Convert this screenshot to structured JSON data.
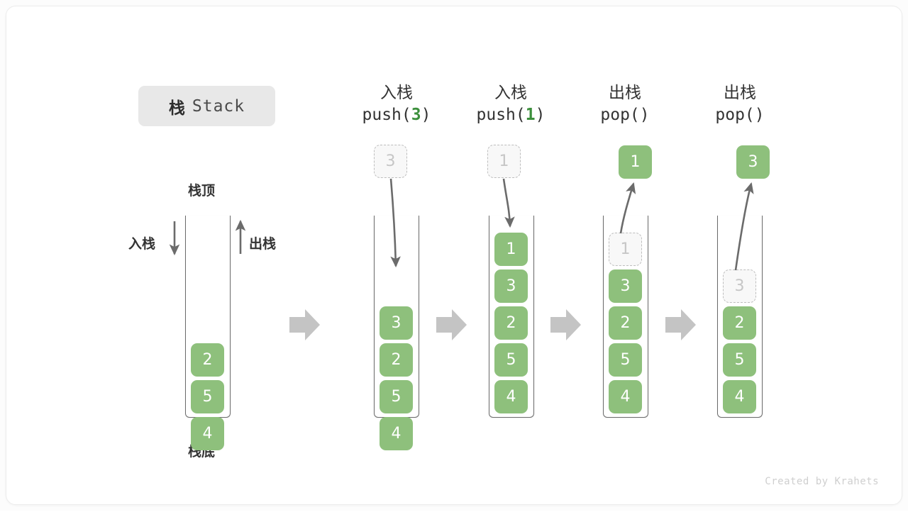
{
  "title": {
    "cn": "栈",
    "en": "Stack"
  },
  "labels": {
    "top": "栈顶",
    "bottom": "栈底",
    "push": "入栈",
    "pop": "出栈"
  },
  "footer": "Created by Krahets",
  "colors": {
    "cell_fill": "#8ec07c",
    "cell_text": "#ffffff",
    "ghost_fill": "#f8f8f8",
    "ghost_border": "#bdbdbd",
    "ghost_text": "#c6c6c6",
    "arrow": "#6b6b6b",
    "separator": "#c4c4c4",
    "chip_bg": "#e8e8e8",
    "accent_green": "#3c8f3c"
  },
  "steps": [
    {
      "id": "initial",
      "op_cn": "",
      "op_code": "",
      "op_arg": "",
      "stack": [
        "2",
        "5",
        "4"
      ],
      "ghost": null,
      "floating": null
    },
    {
      "id": "push-3",
      "op_cn": "入栈",
      "op_code_prefix": "push(",
      "op_arg": "3",
      "op_code_suffix": ")",
      "stack": [
        "3",
        "2",
        "5",
        "4"
      ],
      "ghost": null,
      "floating": "3"
    },
    {
      "id": "push-1",
      "op_cn": "入栈",
      "op_code_prefix": "push(",
      "op_arg": "1",
      "op_code_suffix": ")",
      "stack": [
        "1",
        "3",
        "2",
        "5",
        "4"
      ],
      "ghost": null,
      "floating": "1"
    },
    {
      "id": "pop-1",
      "op_cn": "出栈",
      "op_code_prefix": "pop(",
      "op_arg": "",
      "op_code_suffix": ")",
      "stack": [
        "3",
        "2",
        "5",
        "4"
      ],
      "ghost": "1",
      "floating": "1"
    },
    {
      "id": "pop-3",
      "op_cn": "出栈",
      "op_code_prefix": "pop(",
      "op_arg": "",
      "op_code_suffix": ")",
      "stack": [
        "2",
        "5",
        "4"
      ],
      "ghost": "3",
      "floating": "3"
    }
  ],
  "separators": [
    "arrow-right",
    "arrow-right",
    "arrow-right",
    "arrow-right"
  ]
}
